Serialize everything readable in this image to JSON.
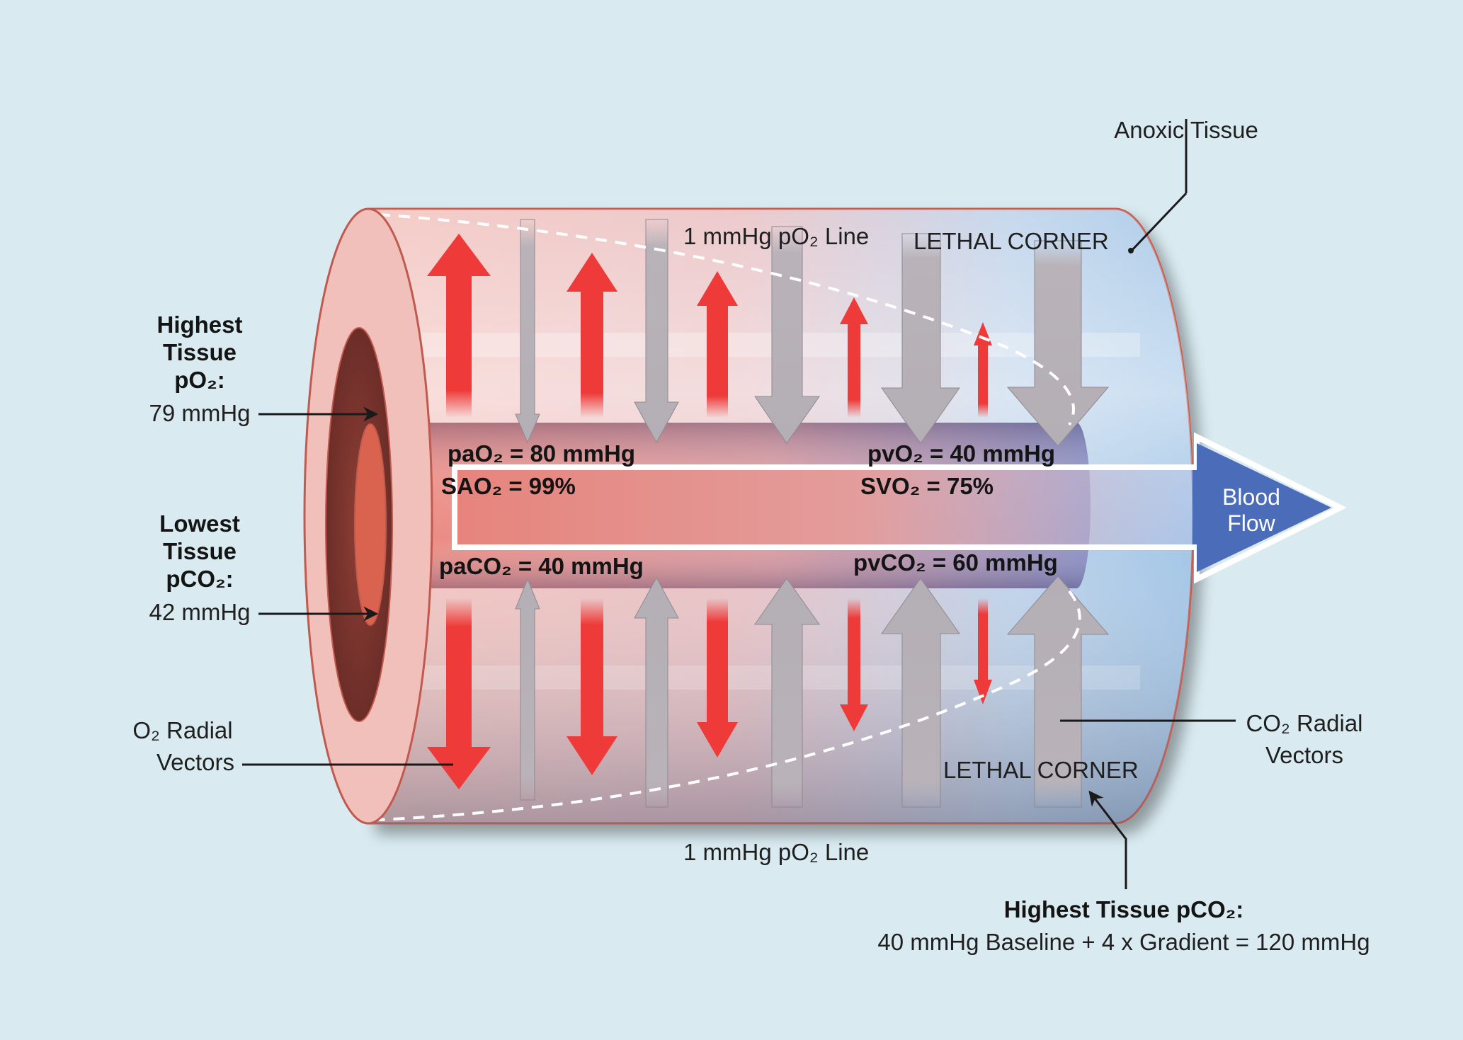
{
  "labels": {
    "anoxic_tissue": "Anoxic Tissue",
    "po2_line_top": "1 mmHg pO₂ Line",
    "po2_line_bottom": "1 mmHg pO₂ Line",
    "lethal_corner_top": "LETHAL CORNER",
    "lethal_corner_bottom": "LETHAL CORNER",
    "highest_tissue_po2": [
      "Highest",
      "Tissue",
      "pO₂:",
      "79 mmHg"
    ],
    "lowest_tissue_pco2": [
      "Lowest",
      "Tissue",
      "pCO₂:",
      "42 mmHg"
    ],
    "o2_radial_vectors": [
      "O₂ Radial",
      "Vectors"
    ],
    "co2_radial_vectors": [
      "CO₂ Radial",
      "Vectors"
    ],
    "pao2": "paO₂ = 80 mmHg",
    "sao2": "SAO₂ = 99%",
    "pvo2": "pvO₂ = 40 mmHg",
    "svo2": "SVO₂ = 75%",
    "paco2": "paCO₂ = 40 mmHg",
    "pvco2": "pvCO₂ = 60 mmHg",
    "blood_flow": [
      "Blood",
      "Flow"
    ],
    "highest_tissue_pco2_title": "Highest Tissue pCO₂:",
    "highest_tissue_pco2_formula": "40 mmHg Baseline + 4 x Gradient = 120 mmHg"
  },
  "colors": {
    "background": "#d9ebf1",
    "o2_arrow": "#e8383a",
    "co2_arrow": "#b5b0b6",
    "tissue_pink": "#f4c6c0",
    "tissue_blue": "#a9c9e6",
    "blood_flow_arrow": "#4a6cb8",
    "vessel_rim": "#c05a4e"
  },
  "icons": [
    "blood-flow-arrow-icon",
    "pointer-arrow-icon"
  ]
}
